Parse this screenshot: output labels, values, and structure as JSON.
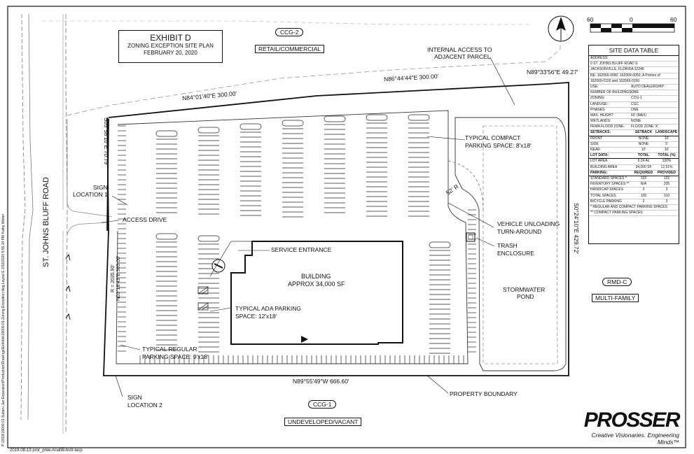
{
  "exhibit": {
    "title": "EXHIBIT D",
    "subtitle": "ZONING EXCEPTION SITE PLAN",
    "date": "FEBRUARY 20, 2020"
  },
  "zoning_tags": {
    "north_code": "CCG-2",
    "north_use": "RETAIL/COMMERCIAL",
    "south_code": "CCG-1",
    "south_use": "UNDEVELOPED/VACANT",
    "east_code": "RMD-C",
    "east_use": "MULTI-FAMILY"
  },
  "road": "ST. JOHNS BLUFF ROAD",
  "bearings": {
    "b1": "N84°01'40\"E 300.00'",
    "b2": "N86°44'44\"E 300.00'",
    "b3": "N89°33'56\"E 49.27'",
    "b4": "S05°58'10\"E 70.79'",
    "b5": "S0°24'10\"E 429.72'",
    "b6": "N89°55'49\"W 666.60'",
    "b7": "R = 2035.90'",
    "b8": "N03°19'43\"E 305.00'"
  },
  "callouts": {
    "internal_access": "INTERNAL ACCESS TO",
    "internal_access2": "ADJACENT PARCEL",
    "compact": "TYPICAL COMPACT",
    "compact2": "PARKING SPACE: 8'x18'",
    "radius": "52' R",
    "vehicle": "VEHICLE UNLOADING",
    "vehicle2": "TURN-AROUND",
    "trash": "TRASH",
    "trash2": "ENCLOSURE",
    "service": "SERVICE ENTRANCE",
    "building": "BUILDING",
    "building2": "APPROX 34,000 SF",
    "ada": "TYPICAL ADA PARKING",
    "ada2": "SPACE: 12'x18'",
    "regular": "TYPICAL REGULAR",
    "regular2": "PARKING SPACE: 9'x18'",
    "access": "ACCESS DRIVE",
    "sign1": "SIGN",
    "sign1b": "LOCATION 1",
    "sign2": "SIGN",
    "sign2b": "LOCATION 2",
    "storm": "STORMWATER",
    "storm2": "POND",
    "boundary": "PROPERTY BOUNDARY"
  },
  "scale": {
    "left": "60",
    "mid": "0",
    "right": "60"
  },
  "site_data": {
    "title": "SITE DATA TABLE",
    "address_label": "ADDRESS:",
    "address1": "0 ST. JOHNS BLUFF ROAD S",
    "address2": "JACKSONVILLE, FLORIDA 32246",
    "re1": "RE: 162069-0000; 162069-0050; A Portion of",
    "re2": "162069-0100 and 162069-0150",
    "rows": [
      [
        "USE:",
        "AUTO DEALERSHIP"
      ],
      [
        "NUMBER OF BUILDINGS:",
        "ONE"
      ],
      [
        "ZONING:",
        "CCG-1"
      ],
      [
        "LANDUSE:",
        "CGC"
      ],
      [
        "PHASES:",
        "ONE"
      ],
      [
        "MAX. HEIGHT:",
        "60' (MAX)"
      ],
      [
        "WETLANDS:",
        "NONE"
      ],
      [
        "FEMA FLOOD ZONE:",
        "FLOOD ZONE 'X'"
      ]
    ],
    "setbacks_label": "SETBACKS:",
    "setback_cols": [
      "SETBACK",
      "LANDSCAPE BUFFER"
    ],
    "setbacks": [
      [
        "FRONT",
        "NONE",
        "10'"
      ],
      [
        "SIDE",
        "NONE",
        "5'"
      ],
      [
        "REAR",
        "10'",
        "10'"
      ]
    ],
    "lot_label": "LOT DATA:",
    "lot_cols": [
      "TOTAL",
      "TOTAL (%)"
    ],
    "lot": [
      [
        "LOT AREA",
        "6.24 Ac",
        "100%"
      ],
      [
        "BUILDING AREA",
        "34,000 SF",
        "12.51%"
      ]
    ],
    "parking_label": "PARKING:",
    "parking_cols": [
      "REQUIRED",
      "PROVIDED"
    ],
    "parking": [
      [
        "STANDARD SPACES *",
        "102",
        "102"
      ],
      [
        "INVENTORY SPACES **",
        "N/A",
        "205"
      ],
      [
        "HANDICAP SPACES",
        "3",
        "3"
      ],
      [
        "TOTAL SPACES",
        "105",
        "310"
      ],
      [
        "BICYCLE PARKING",
        "2",
        "2"
      ]
    ],
    "note1": "* REGULAR AND COMPACT PARKING SPACES",
    "note2": "** COMPACT PARKING SPACES"
  },
  "logo": {
    "name": "PROSSER",
    "tagline": "Creative Visionaries. Engineering Minds™"
  },
  "side_path": "P:\\2019\\19000.01 Subaru Jax Expansion\\Production\\Drawings\\Exhibits\\19000.01-Zoning Exception.dwg Layout E 2/19/2020 5:55:14 PM Kathy Weber",
  "footer": "2019-08-13  pror_pree-Anal\\B-brdr-lacp"
}
